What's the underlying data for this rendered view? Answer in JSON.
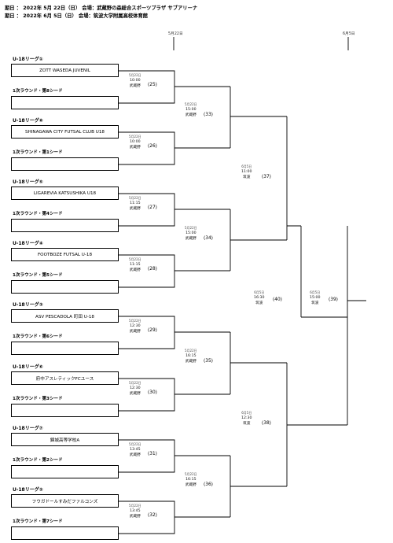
{
  "header": {
    "line1": "期日 ： 2022年 5月 22日（日） 会場：武蔵野の森総合スポーツプラザ サブアリーナ",
    "line2": "期日 ： 2022年 6月 5日（日） 会場：筑波大学附属高校体育館"
  },
  "columns": {
    "left": "5月22日",
    "right": "6月5日"
  },
  "groups": [
    {
      "label": "U-18リーグ①",
      "team": "ZOTT WASEDA JUVENIL",
      "seed": "1次ラウンド・第8シード"
    },
    {
      "label": "U-18リーグ⑧",
      "team": "SHINAGAWA CITY  FUTSAL CLUB U18",
      "seed": "1次ラウンド・第1シード"
    },
    {
      "label": "U-18リーグ⑤",
      "team": "LIGAREVIA KATSUSHIKA U18",
      "seed": "1次ラウンド・第4シード"
    },
    {
      "label": "U-18リーグ④",
      "team": "FOOTBOZE FUTSAL U-18",
      "seed": "1次ラウンド・第5シード"
    },
    {
      "label": "U-18リーグ③",
      "team": "ASV PESCADOLA 町田 U-18",
      "seed": "1次ラウンド・第6シード"
    },
    {
      "label": "U-18リーグ⑥",
      "team": "府中アスレティックFCユース",
      "seed": "1次ラウンド・第3シード"
    },
    {
      "label": "U-18リーグ⑦",
      "team": "錦城高等学校A",
      "seed": "1次ラウンド・第2シード"
    },
    {
      "label": "U-18リーグ②",
      "team": "フウガドールすみだファルコンズ",
      "seed": "1次ラウンド・第7シード"
    }
  ],
  "matches": [
    {
      "num": "(25)",
      "date": "5月22日",
      "time": "10:00",
      "venue": "武蔵野"
    },
    {
      "num": "(26)",
      "date": "5月22日",
      "time": "10:00",
      "venue": "武蔵野"
    },
    {
      "num": "(27)",
      "date": "5月22日",
      "time": "11:15",
      "venue": "武蔵野"
    },
    {
      "num": "(28)",
      "date": "5月22日",
      "time": "11:15",
      "venue": "武蔵野"
    },
    {
      "num": "(29)",
      "date": "5月22日",
      "time": "12:30",
      "venue": "武蔵野"
    },
    {
      "num": "(30)",
      "date": "5月22日",
      "time": "12:30",
      "venue": "武蔵野"
    },
    {
      "num": "(31)",
      "date": "5月22日",
      "time": "13:45",
      "venue": "武蔵野"
    },
    {
      "num": "(32)",
      "date": "5月22日",
      "time": "13:45",
      "venue": "武蔵野"
    },
    {
      "num": "(33)",
      "date": "5月22日",
      "time": "15:00",
      "venue": "武蔵野"
    },
    {
      "num": "(34)",
      "date": "5月22日",
      "time": "15:00",
      "venue": "武蔵野"
    },
    {
      "num": "(35)",
      "date": "5月22日",
      "time": "16:15",
      "venue": "武蔵野"
    },
    {
      "num": "(36)",
      "date": "5月22日",
      "time": "16:15",
      "venue": "武蔵野"
    },
    {
      "num": "(37)",
      "date": "6月5日",
      "time": "11:00",
      "venue": "筑波"
    },
    {
      "num": "(38)",
      "date": "6月5日",
      "time": "12:30",
      "venue": "筑波"
    },
    {
      "num": "(40)",
      "date": "6月5日",
      "time": "16:30",
      "venue": "筑波"
    },
    {
      "num": "(39)",
      "date": "6月5日",
      "time": "15:00",
      "venue": "筑波"
    }
  ]
}
